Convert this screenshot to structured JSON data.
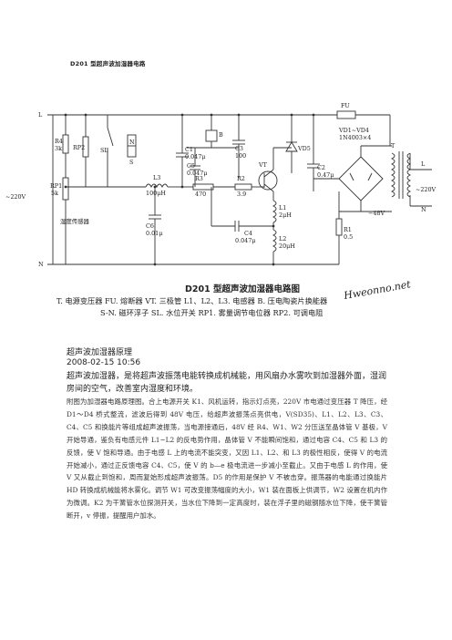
{
  "header": {
    "title": "D201 型超声波加湿器电路"
  },
  "diagram": {
    "title": "D201 型超声波加湿器电路图",
    "legend_line1": "T. 电源变压器   FU. 熔断器   VT. 三极管   L1、L2、L3. 电感器   B. 压电陶瓷片换能器",
    "legend_line2": "S-N. 磁环浮子   SL. 水位开关   RP1. 雾量调节电位器   RP2. 可调电阻",
    "watermark": "Hweonno.net",
    "labels": {
      "L_left": "L",
      "N_left": "N",
      "ac_left": "~220V",
      "R4": "R4",
      "R4v": "3k",
      "RP2": "RP2",
      "RP1": "RP1",
      "RP1v": "5k",
      "SL": "SL",
      "N_float": "N",
      "S_float": "S",
      "humidity_sensor": "湿度传感器",
      "L3": "L3",
      "L3v": "100μH",
      "C6": "C6",
      "C6v": "0.01μ",
      "C1": "C1",
      "C1v": "0.047μ",
      "C5": "C5",
      "C5v": "0.047μ",
      "B": "B",
      "R3": "R3",
      "R3v": "470",
      "C3": "C3",
      "C3v": "100",
      "R2": "R2",
      "R2v": "3.9",
      "VT": "VT",
      "VD5": "VD5",
      "C4": "C4",
      "C4v": "0.047μ",
      "L1": "L1",
      "L1v": "2μH",
      "L2": "L2",
      "L2v": "20μH",
      "C2": "C2",
      "C2v": "0.47μ",
      "FU": "FU",
      "VD1_VD4": "VD1~VD4",
      "VDpart": "1N4003×4",
      "T": "T",
      "L_right": "L",
      "N_right": "N",
      "ac_right": "~220V",
      "dc48": "−48V",
      "R1": "R1",
      "R1v": "0.5"
    }
  },
  "article": {
    "title": "超声波加湿器原理",
    "date": "2008-02-15 10:56",
    "summary": "超声波加湿器，是将超声波振荡电能转换成机械能，用风扇办水雾吹到加湿器外面，湿润房间的空气，改善室内湿度和环境。",
    "body": "附图为加湿器电路原理图。合上电源开关 K1、风机运转，指示灯点亮，220V 市电通过变压器 T 降压，经 D1～D4 桥式整流，滤波后得到 48V 电压，给超声波振荡点亮供电，V(SD35)、L1、L2、L3、C3、C4、C5 和换能片等组成超声波振荡，当电源接通后，48V 经 R4、W1、W2 分压送至晶体管 V 基极，V 开始导通，鉴负有电感元件 L1~L2 的反电势作用，晶体管 V 不能瞬间饱和，通过电容 C4、C5 和 L3 的反馈，使 V 饱和导通。由于电感 L 上的电流不能突变，又因 L1、L2、和 L3 的极性相反，使得 V 的电流开始减小，通过正反馈电容 C4、C5，使 V 的 b—e 极电流进一步减小至截止。又由于电感 L 的作用，使 V 又从截止到饱和，周而复始形成超声波振荡。D5 的作用是保护 V 不被击穿。振荡器的电能通过换能片 HD 转换成机械能将水雾化。调节 W1 可改变振荡幅度的大小，W1 装在面板上供调节，W2 设置在机内作为微调。K2 为干簧管水位探测开关，当水位下降到一定高度时，装在浮子里的磁钢随水位下降，使干簧管断开，v 停振，提醒用户加水。"
  }
}
